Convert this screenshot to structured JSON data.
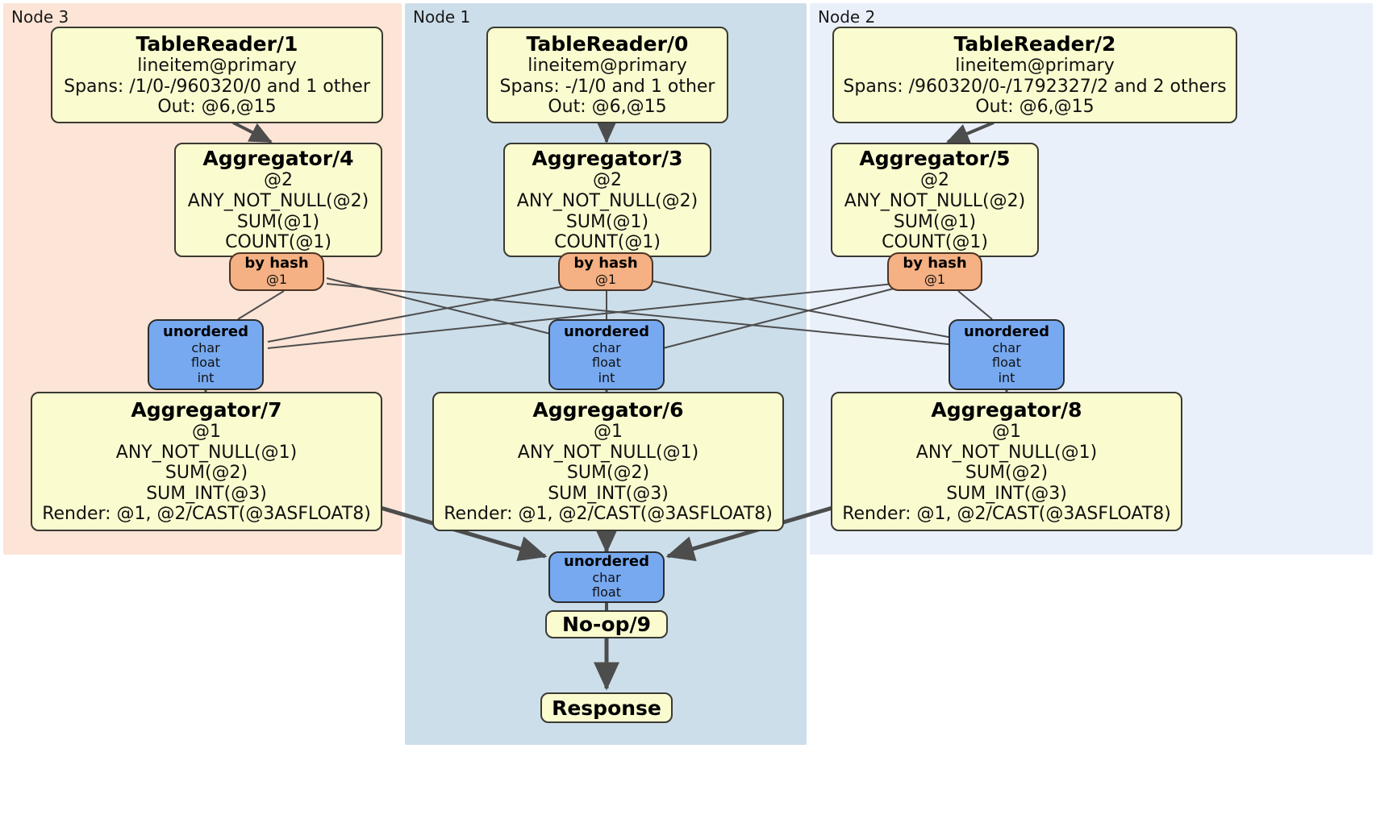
{
  "diagram": {
    "type": "distributed-query-execution-plan",
    "panels": [
      {
        "id": "node3",
        "label": "Node 3",
        "color": "#fce4d6"
      },
      {
        "id": "node1",
        "label": "Node 1",
        "color": "#ccdeea"
      },
      {
        "id": "node2",
        "label": "Node 2",
        "color": "#eaf0fa"
      }
    ],
    "colors": {
      "processor_box": "#fbfbd0",
      "router_by_hash": "#f5b183",
      "synchronizer": "#77a9f0",
      "edge": "#4d4d4d",
      "border": "#3a3a32"
    },
    "table_readers": [
      {
        "id": "tr1",
        "title": "TableReader/1",
        "table": "lineitem@primary",
        "spans": "Spans: /1/0-/960320/0 and 1 other",
        "out": "Out: @6,@15"
      },
      {
        "id": "tr0",
        "title": "TableReader/0",
        "table": "lineitem@primary",
        "spans": "Spans: -/1/0 and 1 other",
        "out": "Out: @6,@15"
      },
      {
        "id": "tr2",
        "title": "TableReader/2",
        "table": "lineitem@primary",
        "spans": "Spans: /960320/0-/1792327/2 and 2 others",
        "out": "Out: @6,@15"
      }
    ],
    "aggregators_top": [
      {
        "id": "agg4",
        "title": "Aggregator/4",
        "group": "@2",
        "aggs": [
          "ANY_NOT_NULL(@2)",
          "SUM(@1)",
          "COUNT(@1)"
        ]
      },
      {
        "id": "agg3",
        "title": "Aggregator/3",
        "group": "@2",
        "aggs": [
          "ANY_NOT_NULL(@2)",
          "SUM(@1)",
          "COUNT(@1)"
        ]
      },
      {
        "id": "agg5",
        "title": "Aggregator/5",
        "group": "@2",
        "aggs": [
          "ANY_NOT_NULL(@2)",
          "SUM(@1)",
          "COUNT(@1)"
        ]
      }
    ],
    "routers": [
      {
        "id": "router4",
        "title": "by hash",
        "column": "@1"
      },
      {
        "id": "router3",
        "title": "by hash",
        "column": "@1"
      },
      {
        "id": "router5",
        "title": "by hash",
        "column": "@1"
      }
    ],
    "synchronizers_mid": [
      {
        "id": "sync7",
        "title": "unordered",
        "types": [
          "char",
          "float",
          "int"
        ]
      },
      {
        "id": "sync6",
        "title": "unordered",
        "types": [
          "char",
          "float",
          "int"
        ]
      },
      {
        "id": "sync8",
        "title": "unordered",
        "types": [
          "char",
          "float",
          "int"
        ]
      }
    ],
    "aggregators_bottom": [
      {
        "id": "agg7",
        "title": "Aggregator/7",
        "group": "@1",
        "aggs": [
          "ANY_NOT_NULL(@1)",
          "SUM(@2)",
          "SUM_INT(@3)"
        ],
        "render": "Render: @1, @2/CAST(@3ASFLOAT8)"
      },
      {
        "id": "agg6",
        "title": "Aggregator/6",
        "group": "@1",
        "aggs": [
          "ANY_NOT_NULL(@1)",
          "SUM(@2)",
          "SUM_INT(@3)"
        ],
        "render": "Render: @1, @2/CAST(@3ASFLOAT8)"
      },
      {
        "id": "agg8",
        "title": "Aggregator/8",
        "group": "@1",
        "aggs": [
          "ANY_NOT_NULL(@1)",
          "SUM(@2)",
          "SUM_INT(@3)"
        ],
        "render": "Render: @1, @2/CAST(@3ASFLOAT8)"
      }
    ],
    "final_sync": {
      "id": "sync9",
      "title": "unordered",
      "types": [
        "char",
        "float"
      ]
    },
    "noop": {
      "id": "noop9",
      "title": "No-op/9"
    },
    "response": {
      "id": "response",
      "title": "Response"
    }
  }
}
